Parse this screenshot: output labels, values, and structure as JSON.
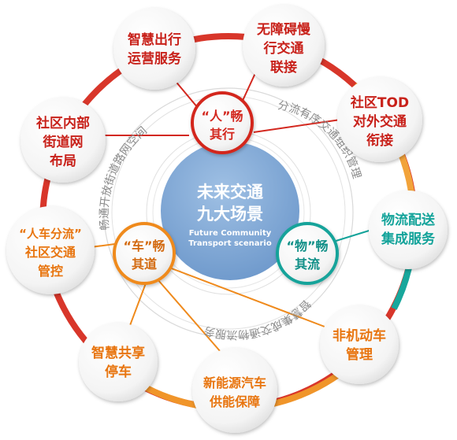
{
  "center": {
    "title_line1": "未来交通",
    "title_line2": "九大场景",
    "subtitle_line1": "Future Community",
    "subtitle_line2": "Transport scenario"
  },
  "hubs": [
    {
      "id": "people",
      "line1": "“人”畅",
      "line2": "其行",
      "color": "#d3281f"
    },
    {
      "id": "vehicle",
      "line1": "“车”畅",
      "line2": "其道",
      "color": "#ef8a1c"
    },
    {
      "id": "goods",
      "line1": "“物”畅",
      "line2": "其流",
      "color": "#13a39a"
    }
  ],
  "arc_labels": {
    "people": "分流有序交通组织管理",
    "vehicle": "畅通开放街道路网空间",
    "goods": "智慧集成交通物流服务"
  },
  "scenarios": [
    {
      "lines": [
        "智慧出行",
        "运营服务"
      ],
      "color": "#c8211a"
    },
    {
      "lines": [
        "无障碍慢",
        "行交通",
        "联接"
      ],
      "color": "#c8211a"
    },
    {
      "lines": [
        "社区TOD",
        "对外交通",
        "衔接"
      ],
      "color": "#c8211a"
    },
    {
      "lines": [
        "物流配送",
        "集成服务"
      ],
      "color": "#13a39a"
    },
    {
      "lines": [
        "非机动车",
        "管理"
      ],
      "color": "#e8750f"
    },
    {
      "lines": [
        "新能源汽车",
        "供能保障"
      ],
      "color": "#e8750f"
    },
    {
      "lines": [
        "智慧共享",
        "停车"
      ],
      "color": "#e8750f"
    },
    {
      "lines": [
        "“人车分流”",
        "社区交通",
        "管控"
      ],
      "color": "#e8750f"
    },
    {
      "lines": [
        "社区内部",
        "街道网",
        "布局"
      ],
      "color": "#c8211a"
    }
  ]
}
